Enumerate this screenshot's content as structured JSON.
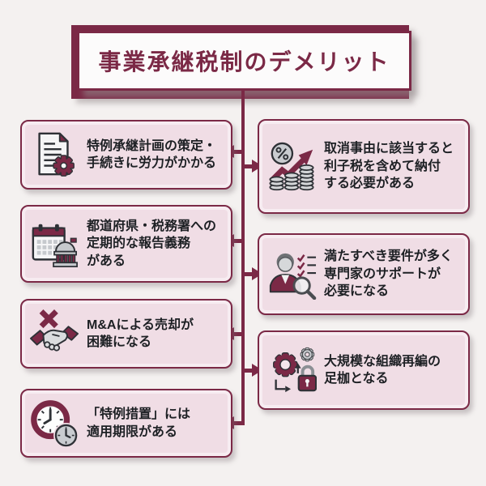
{
  "title": {
    "text": "事業承継税制のデメリット"
  },
  "colors": {
    "accent_maroon": "#7b2946",
    "box_fill": "#f0dde5",
    "box_inner_highlight": "#f7ecf1",
    "page_background": "#f4f1f0",
    "body_text": "#1d2024",
    "icon_gray": "#c9ccd0"
  },
  "left_items": [
    {
      "icon": "document-gear-icon",
      "text": "特例承継計画の策定・\n手続きに労力がかかる"
    },
    {
      "icon": "calendar-building-icon",
      "text": "都道府県・税務署への\n定期的な報告義務\nがある"
    },
    {
      "icon": "handshake-cross-icon",
      "text": "M&Aによる売却が\n困難になる"
    },
    {
      "icon": "clock-deadline-icon",
      "text": "「特例措置」には\n適用期限がある"
    }
  ],
  "right_items": [
    {
      "icon": "interest-tax-coins-icon",
      "text": "取消事由に該当すると\n利子税を含めて納付\nする必要がある"
    },
    {
      "icon": "expert-support-icon",
      "text": "満たすべき要件が多く\n専門家のサポートが\n必要になる"
    },
    {
      "icon": "gears-lock-icon",
      "text": "大規模な組織再編の\n足枷となる"
    }
  ]
}
